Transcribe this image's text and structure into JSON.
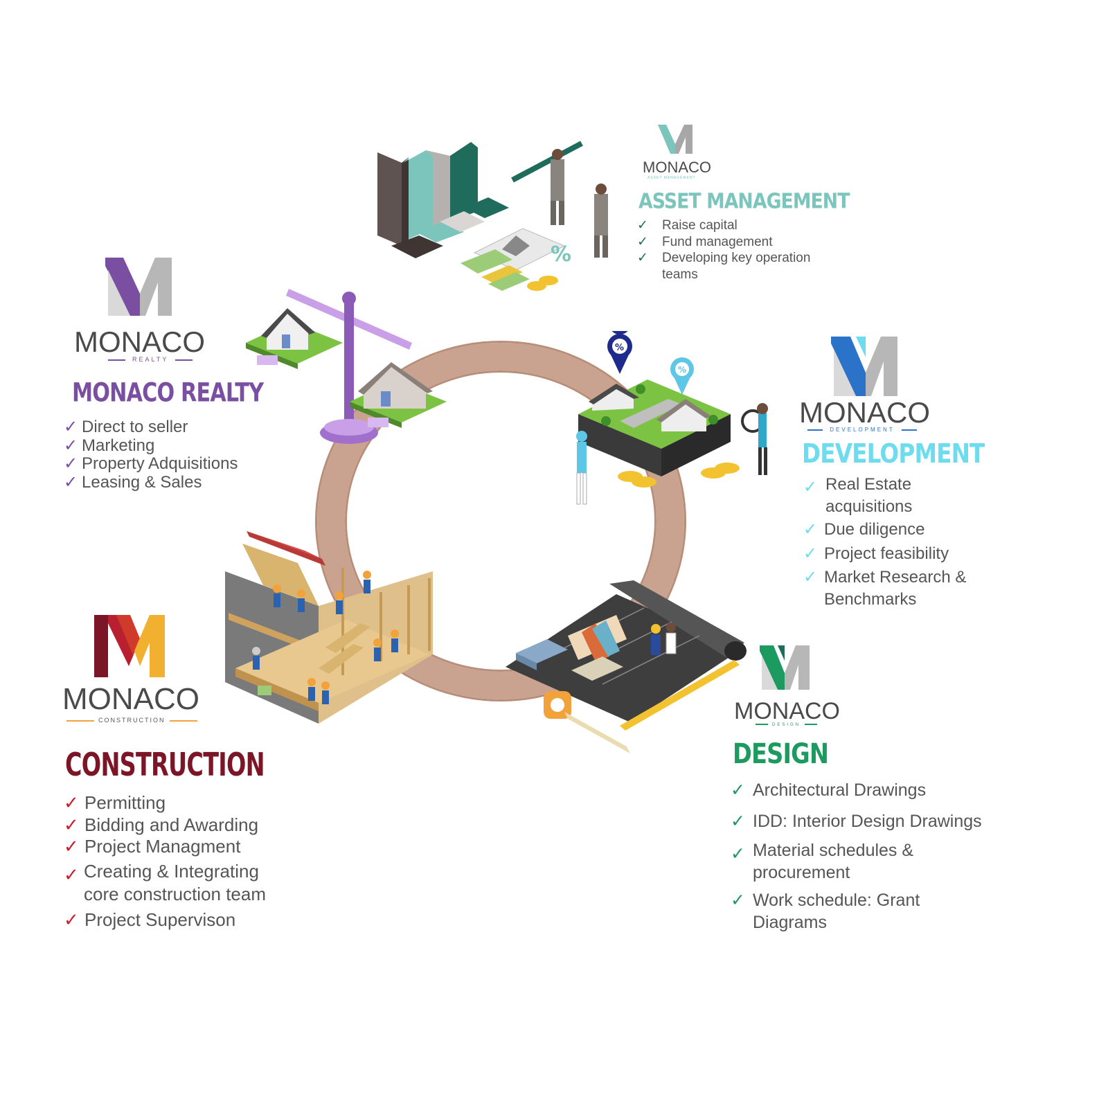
{
  "asset_management": {
    "logo_word": "MONACO",
    "logo_sub": "ASSET MANAGEMENT",
    "title": "ASSET MANAGEMENT",
    "color": "#7cc5bd",
    "check_color": "#1f6b5c",
    "items": [
      "Raise capital",
      "Fund management",
      "Developing key operation",
      "teams"
    ]
  },
  "realty": {
    "logo_word": "MONACO",
    "logo_sub": "REALTY",
    "title": "MONACO REALTY",
    "color": "#7a4ea0",
    "check_color": "#7a4ea0",
    "items": [
      "Direct to seller",
      "Marketing",
      "Property Adquisitions",
      "Leasing & Sales"
    ]
  },
  "development": {
    "logo_word": "MONACO",
    "logo_sub": "DEVELOPMENT",
    "title": "DEVELOPMENT",
    "color": "#6ddcef",
    "check_color": "#6ddcef",
    "items": [
      "Real Estate",
      "acquisitions",
      "Due diligence",
      "Project feasibility",
      "Market Research &",
      "Benchmarks"
    ]
  },
  "construction": {
    "logo_word": "MONACO",
    "logo_sub": "CONSTRUCTION",
    "title": "CONSTRUCTION",
    "color": "#7c1526",
    "check_color": "#c8202f",
    "items": [
      "Permitting",
      "Bidding and Awarding",
      "Project Managment",
      "Creating & Integrating",
      "core construction team",
      "Project Supervison"
    ]
  },
  "design": {
    "logo_word": "MONACO",
    "logo_sub": "DESIGN",
    "title": "DESIGN",
    "color": "#1c9a5f",
    "check_color": "#1c9a5f",
    "items": [
      "Architectural Drawings",
      "IDD: Interior Design Drawings",
      "Material schedules &",
      "procurement",
      "Work schedule: Grant",
      "Diagrams"
    ]
  }
}
